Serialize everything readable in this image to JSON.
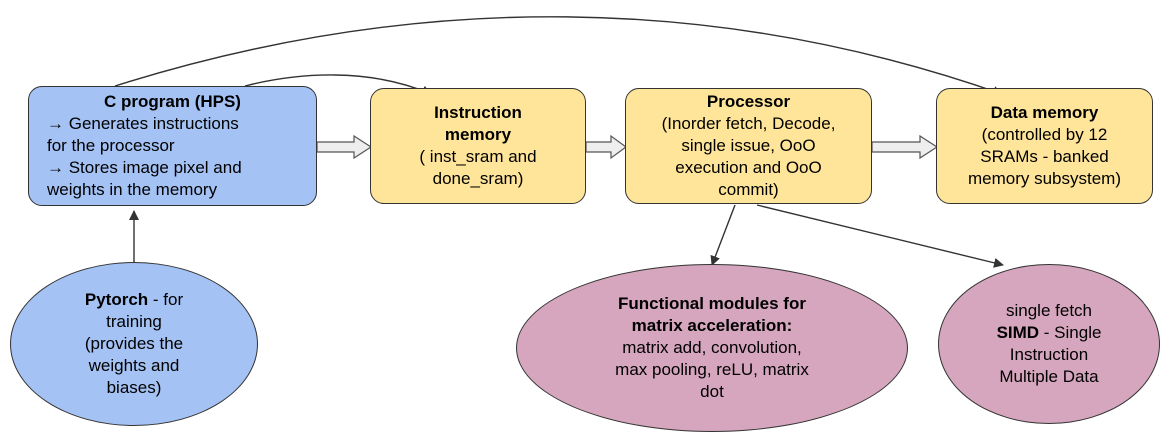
{
  "colors": {
    "blue": "#a4c2f4",
    "yellow": "#ffe599",
    "pink": "#d5a6bd",
    "stroke": "#333333",
    "hollow_arrow_fill": "#eeeeee"
  },
  "nodes": {
    "c_program": {
      "title": "C program (HPS)",
      "lines": [
        "→ Generates instructions",
        "for the processor",
        "→ Stores image pixel and",
        "weights in the memory"
      ]
    },
    "instruction_memory": {
      "title_lines": [
        "Instruction",
        "memory"
      ],
      "lines": [
        "( inst_sram and",
        "done_sram)"
      ]
    },
    "processor": {
      "title": "Processor",
      "lines": [
        "(Inorder fetch, Decode,",
        "single issue, OoO",
        "execution and OoO",
        "commit)"
      ]
    },
    "data_memory": {
      "title": "Data memory",
      "lines": [
        "(controlled by 12",
        "SRAMs - banked",
        "memory subsystem)"
      ]
    },
    "pytorch": {
      "bold": "Pytorch",
      "rest": " - for",
      "lines": [
        "training",
        "(provides the",
        "weights and",
        "biases)"
      ]
    },
    "functional_modules": {
      "title_lines": [
        "Functional modules for",
        "matrix acceleration:"
      ],
      "lines": [
        "matrix add, convolution,",
        "max pooling, reLU, matrix",
        "dot"
      ]
    },
    "simd": {
      "line1": "single fetch",
      "bold": "SIMD",
      "rest": " - Single",
      "lines": [
        "Instruction",
        "Multiple Data"
      ]
    }
  },
  "edges": [
    {
      "from": "c_program",
      "to": "instruction_memory",
      "style": "hollow"
    },
    {
      "from": "instruction_memory",
      "to": "processor",
      "style": "hollow"
    },
    {
      "from": "processor",
      "to": "data_memory",
      "style": "hollow"
    },
    {
      "from": "c_program",
      "to": "instruction_memory",
      "style": "curved"
    },
    {
      "from": "c_program",
      "to": "data_memory",
      "style": "curved"
    },
    {
      "from": "pytorch",
      "to": "c_program",
      "style": "line"
    },
    {
      "from": "processor",
      "to": "functional_modules",
      "style": "line"
    },
    {
      "from": "processor",
      "to": "simd",
      "style": "line"
    }
  ]
}
